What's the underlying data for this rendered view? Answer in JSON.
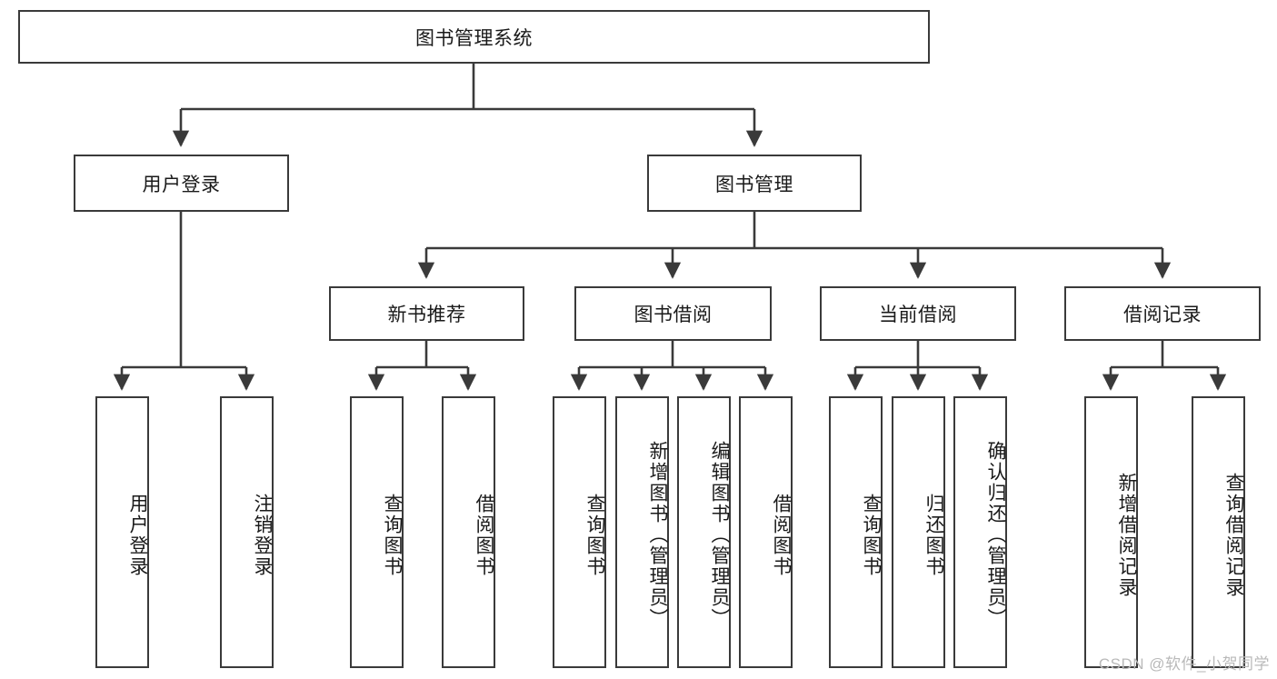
{
  "diagram": {
    "title": "图书管理系统",
    "type": "tree-hierarchy",
    "watermark": "CSDN @软件_小贺同学",
    "colors": {
      "stroke": "#3a3a3a",
      "fill": "#ffffff",
      "text": "#1a1a1a",
      "watermark": "#b9b9b9"
    },
    "root": {
      "label": "图书管理系统"
    },
    "level2": [
      {
        "label": "用户登录"
      },
      {
        "label": "图书管理"
      }
    ],
    "level3": [
      {
        "label": "新书推荐"
      },
      {
        "label": "图书借阅"
      },
      {
        "label": "当前借阅"
      },
      {
        "label": "借阅记录"
      }
    ],
    "leaves": {
      "user_login": [
        {
          "label": "用户登录"
        },
        {
          "label": "注销登录"
        }
      ],
      "new_book_recommend": [
        {
          "label": "查询图书"
        },
        {
          "label": "借阅图书"
        }
      ],
      "book_borrow": [
        {
          "label": "查询图书"
        },
        {
          "label": "新增图书（管理员）"
        },
        {
          "label": "编辑图书（管理员）"
        },
        {
          "label": "借阅图书"
        }
      ],
      "current_borrow": [
        {
          "label": "查询图书"
        },
        {
          "label": "归还图书"
        },
        {
          "label": "确认归还（管理员）"
        }
      ],
      "borrow_record": [
        {
          "label": "新增借阅记录"
        },
        {
          "label": "查询借阅记录"
        }
      ]
    }
  }
}
